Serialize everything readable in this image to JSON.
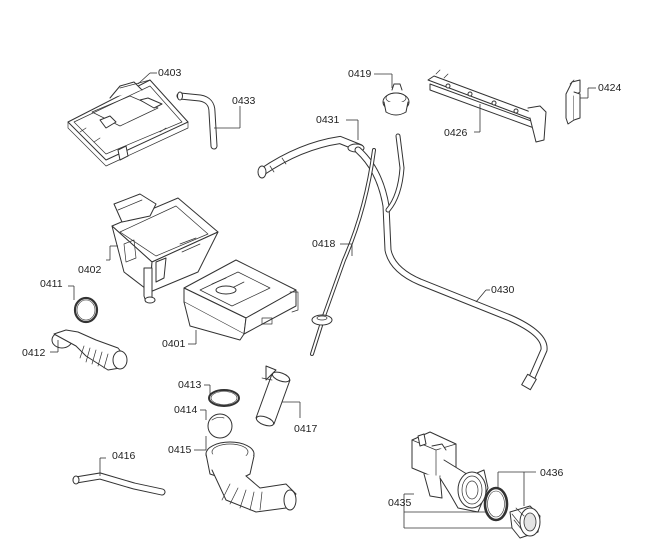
{
  "labels": {
    "p0403": "0403",
    "p0433": "0433",
    "p0419": "0419",
    "p0424": "0424",
    "p0431": "0431",
    "p0426": "0426",
    "p0402": "0402",
    "p0418": "0418",
    "p0430": "0430",
    "p0411": "0411",
    "p0412": "0412",
    "p0401": "0401",
    "p0413": "0413",
    "p0414": "0414",
    "p0415": "0415",
    "p0417": "0417",
    "p0416": "0416",
    "p0436": "0436",
    "p0435": "0435"
  }
}
